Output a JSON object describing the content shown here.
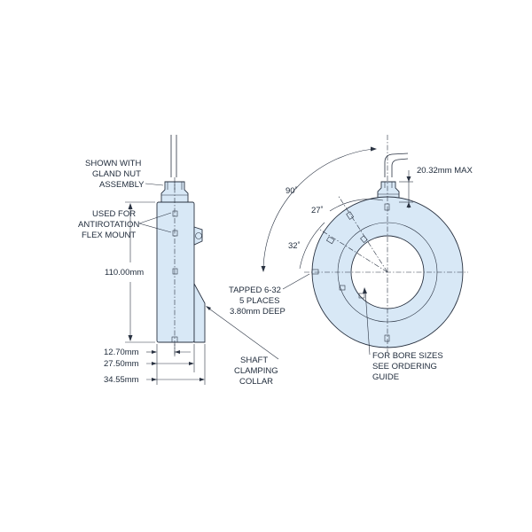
{
  "colors": {
    "body_fill": "#d8e8f6",
    "ring_fill": "#d8e8f6",
    "bore_fill": "#ffffff",
    "line": "#2a3342"
  },
  "side_view": {
    "note_gland": [
      "SHOWN WITH",
      "GLAND NUT",
      "ASSEMBLY"
    ],
    "note_antirotation": [
      "USED FOR",
      "ANTIROTATION",
      "FLEX MOUNT"
    ],
    "dim_height": "110.00mm",
    "dim_12_70": "12.70mm",
    "dim_27_50": "27.50mm",
    "dim_34_55": "34.55mm",
    "note_collar": [
      "SHAFT",
      "CLAMPING",
      "COLLAR"
    ]
  },
  "front_view": {
    "angle_90": "90˚",
    "angle_27": "27˚",
    "angle_32": "32˚",
    "dim_max": "20.32mm MAX",
    "note_tapped": [
      "TAPPED 6-32",
      "5 PLACES",
      "3.80mm DEEP"
    ],
    "note_bore": [
      "FOR BORE SIZES",
      "SEE ORDERING",
      "GUIDE"
    ]
  }
}
